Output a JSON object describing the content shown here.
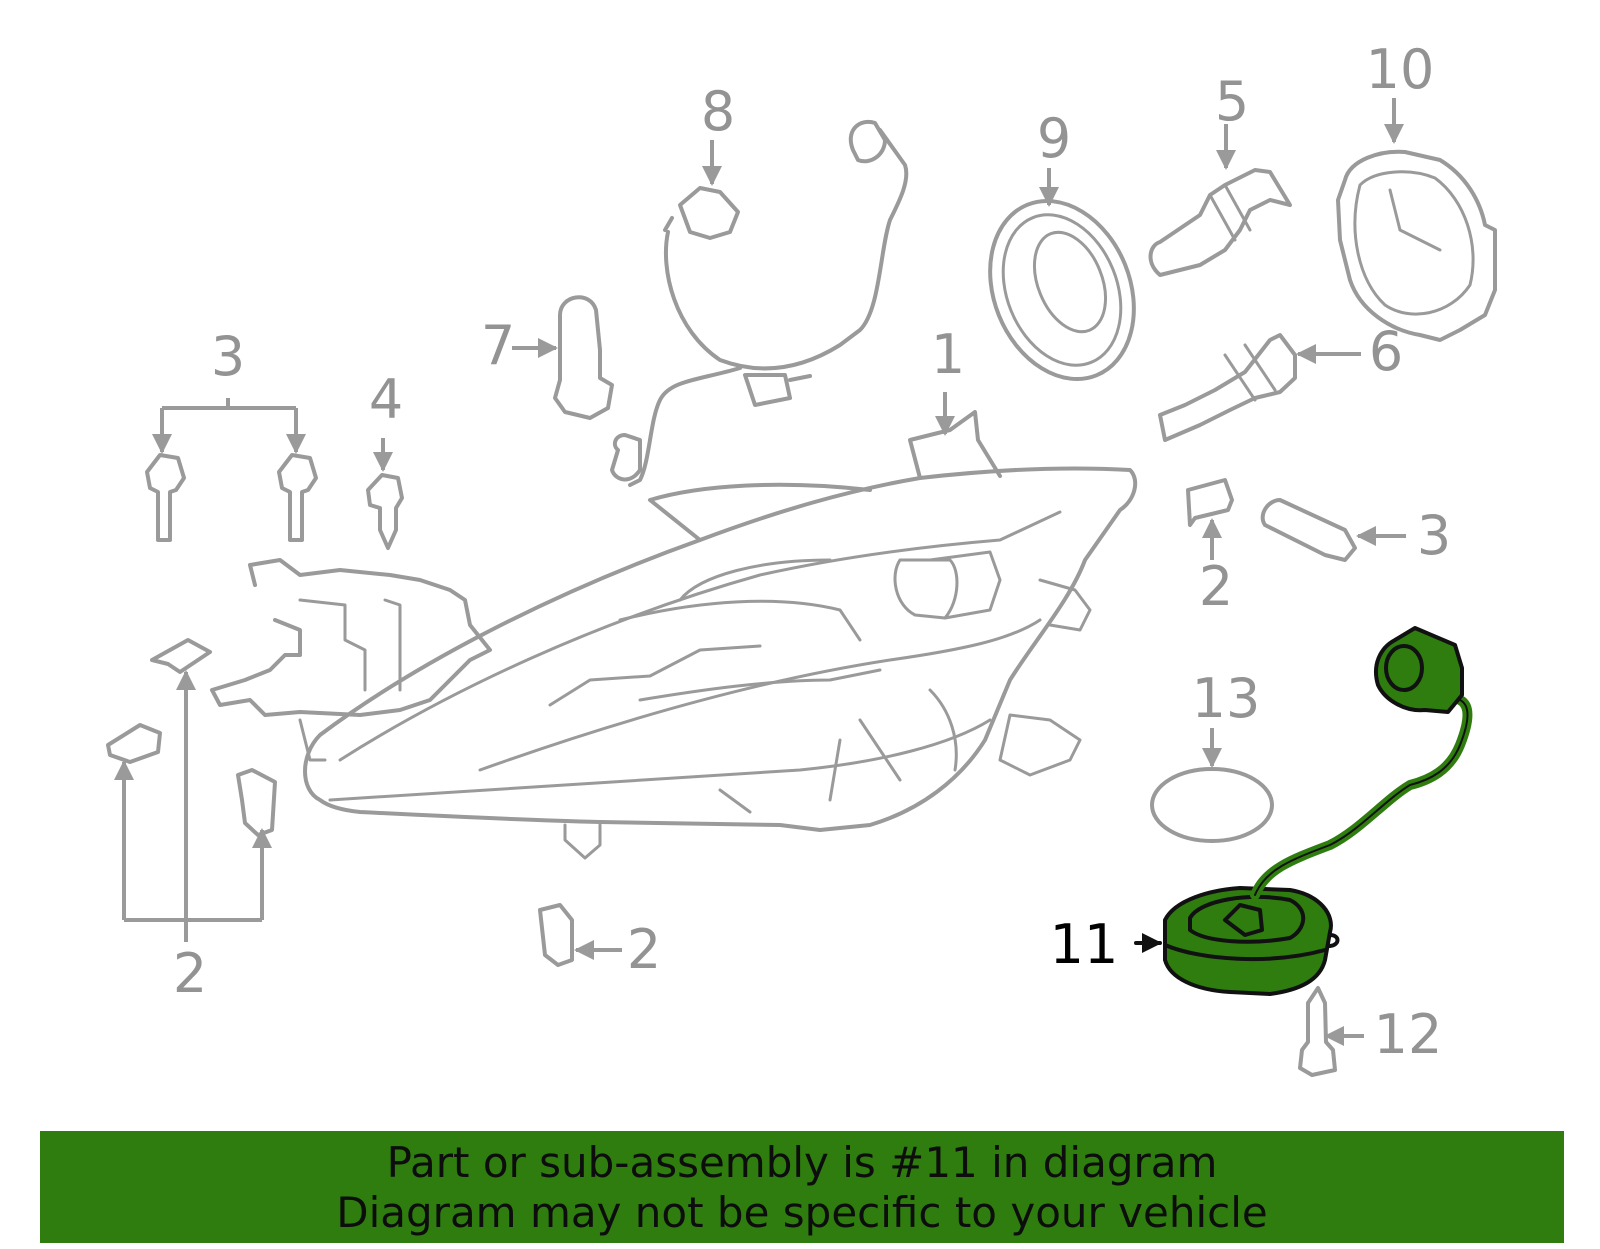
{
  "callouts": [
    {
      "id": "c1",
      "text": "1"
    },
    {
      "id": "c2a",
      "text": "2"
    },
    {
      "id": "c2b",
      "text": "2"
    },
    {
      "id": "c2c",
      "text": "2"
    },
    {
      "id": "c3a",
      "text": "3"
    },
    {
      "id": "c3b",
      "text": "3"
    },
    {
      "id": "c4",
      "text": "4"
    },
    {
      "id": "c5",
      "text": "5"
    },
    {
      "id": "c6",
      "text": "6"
    },
    {
      "id": "c7",
      "text": "7"
    },
    {
      "id": "c8",
      "text": "8"
    },
    {
      "id": "c9",
      "text": "9"
    },
    {
      "id": "c10",
      "text": "10"
    },
    {
      "id": "c11",
      "text": "11"
    },
    {
      "id": "c12",
      "text": "12"
    },
    {
      "id": "c13",
      "text": "13"
    }
  ],
  "highlight": {
    "part_number": "11",
    "color": "#2e7d0e"
  },
  "banner": {
    "line1": "Part or sub-assembly is #11 in diagram",
    "line2": "Diagram may not be specific to your vehicle",
    "background": "#2e7d0e"
  }
}
